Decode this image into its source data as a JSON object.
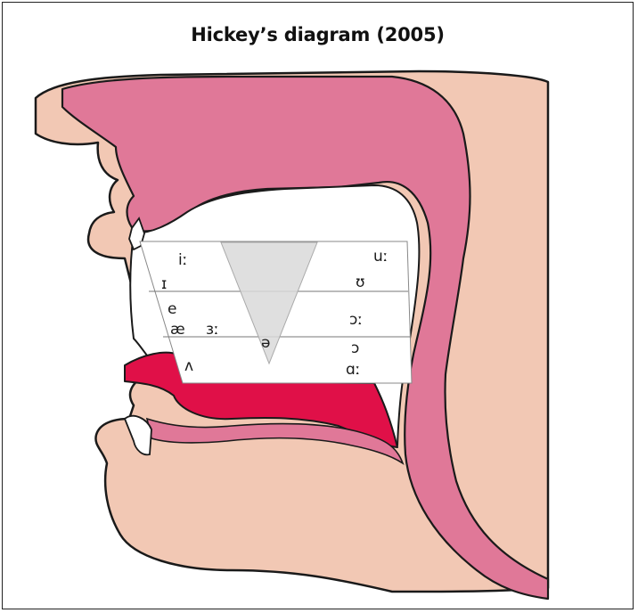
{
  "title": "Hickey’s diagram (2005)",
  "colors": {
    "skin": "#f2c8b4",
    "palate": "#e07898",
    "tongue_red": "#e01048",
    "outline": "#1a1a1a",
    "trapezoid_fill": "#ffffff",
    "triangle_fill": "#d9d9d9"
  },
  "vowels": [
    {
      "id": "i-long",
      "symbol": "iː"
    },
    {
      "id": "i-short",
      "symbol": "ɪ"
    },
    {
      "id": "e",
      "symbol": "e"
    },
    {
      "id": "ae",
      "symbol": "æ"
    },
    {
      "id": "er-long",
      "symbol": "ɜː"
    },
    {
      "id": "wedge",
      "symbol": "ʌ"
    },
    {
      "id": "schwa",
      "symbol": "ə"
    },
    {
      "id": "u-long",
      "symbol": "uː"
    },
    {
      "id": "u-short",
      "symbol": "ʊ"
    },
    {
      "id": "o-long",
      "symbol": "ɔː"
    },
    {
      "id": "o-short",
      "symbol": "ɔ"
    },
    {
      "id": "a-long",
      "symbol": "ɑː"
    }
  ]
}
